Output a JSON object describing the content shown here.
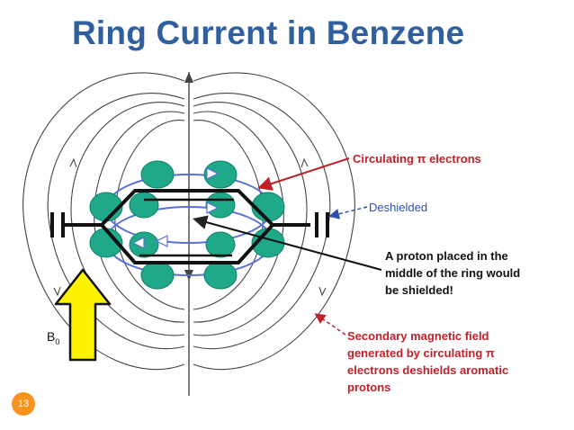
{
  "title": "Ring Current in Benzene",
  "labels": {
    "circulating": "Circulating π electrons",
    "deshielded": "Deshielded",
    "proton_lines": [
      "A proton placed in the",
      "middle of the ring would",
      "be shielded!"
    ],
    "secondary_lines": [
      "Secondary magnetic field",
      "generated by circulating π",
      "electrons deshields aromatic",
      "protons"
    ],
    "b0": "B",
    "b0_sub": "0"
  },
  "slide_number": "13",
  "colors": {
    "title": "#2f5f9f",
    "red_label": "#c0202a",
    "blue_label": "#2f4fb0",
    "orbital": "#1fa98a",
    "ring": "#5a6fd8",
    "arrow_fill": "#fff200",
    "badge": "#f7941d"
  }
}
